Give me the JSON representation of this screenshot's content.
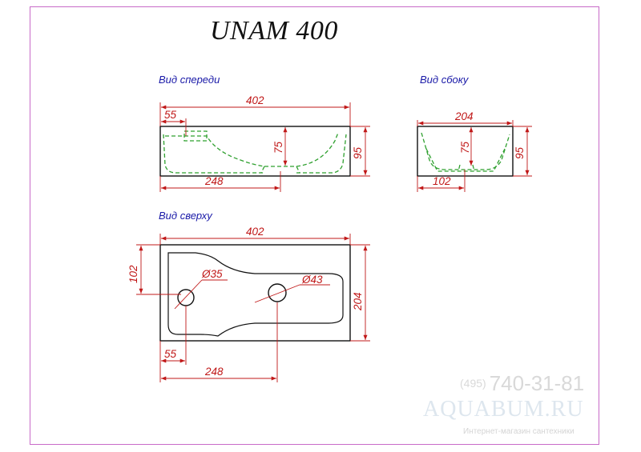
{
  "title": "UNAM 400",
  "views": {
    "front": {
      "label": "Вид спереди"
    },
    "side": {
      "label": "Вид сбоку"
    },
    "top": {
      "label": "Вид сверху"
    }
  },
  "dimensions": {
    "front_width": "402",
    "front_offset": "55",
    "front_depth": "75",
    "front_height": "95",
    "front_drain": "248",
    "side_width": "204",
    "side_depth": "75",
    "side_height": "95",
    "side_drain": "102",
    "top_width": "402",
    "top_tap_hole": "Ø35",
    "top_drain_hole": "Ø43",
    "top_half_depth": "102",
    "top_depth": "204",
    "top_offset": "55",
    "top_drain": "248"
  },
  "watermark": {
    "phone_code": "(495)",
    "phone": "740-31-81",
    "site": "AQUABUM.RU",
    "subtitle": "Интернет-магазин сантехники"
  },
  "colors": {
    "outline": "#111111",
    "dimension": "#c01818",
    "hidden_line": "#2fa02f",
    "view_label": "#1a1aa8",
    "frame": "#c86ac8"
  }
}
